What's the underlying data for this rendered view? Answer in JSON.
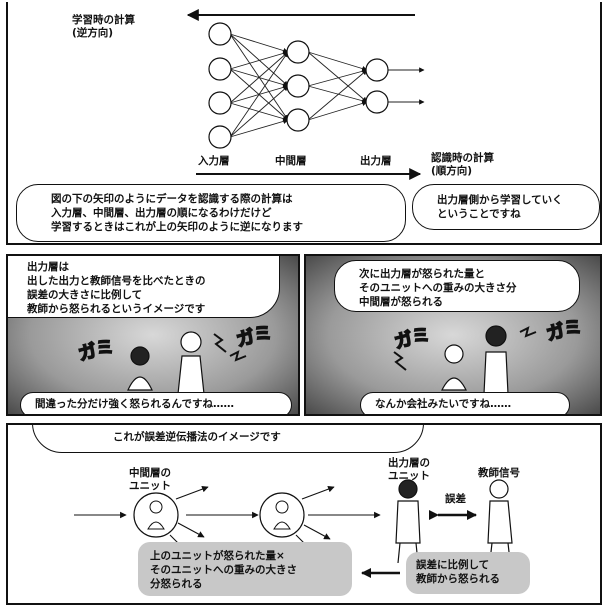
{
  "panel1": {
    "top_arrow_label": "学習時の計算\n(逆方向)",
    "layer_input": "入力層",
    "layer_hidden": "中間層",
    "layer_output": "出力層",
    "bottom_arrow_label": "認識時の計算\n(順方向)",
    "bubble_left": "図の下の矢印のようにデータを認識する際の計算は\n入力層、中間層、出力層の順になるわけだけど\n学習するときはこれが上の矢印のように逆になります",
    "bubble_right": "出力層側から学習していく\nということですね"
  },
  "panel2": {
    "bubble_top": "出力層は\n出した出力と教師信号を比べたときの\n誤差の大きさに比例して\n教師から怒られるというイメージです",
    "sfx_1": "ガミ",
    "sfx_2": "ガミ",
    "bubble_bottom": "間違った分だけ強く怒られるんですね……"
  },
  "panel3": {
    "bubble_top": "次に出力層が怒られた量と\nそのユニットへの重みの大きさ分\n中間層が怒られる",
    "sfx_1": "ガミ",
    "sfx_2": "ガミ",
    "bubble_bottom": "なんか会社みたいですね……"
  },
  "panel4": {
    "bubble_top": "これが誤差逆伝播法のイメージです",
    "label_hidden_unit": "中間層の\nユニット",
    "label_output_unit": "出力層の\nユニット",
    "label_teacher": "教師信号",
    "label_error": "誤差",
    "box_left": "上のユニットが怒られた量×\nそのユニットへの重みの大きさ\n分怒られる",
    "box_right": "誤差に比例して\n教師から怒られる"
  }
}
